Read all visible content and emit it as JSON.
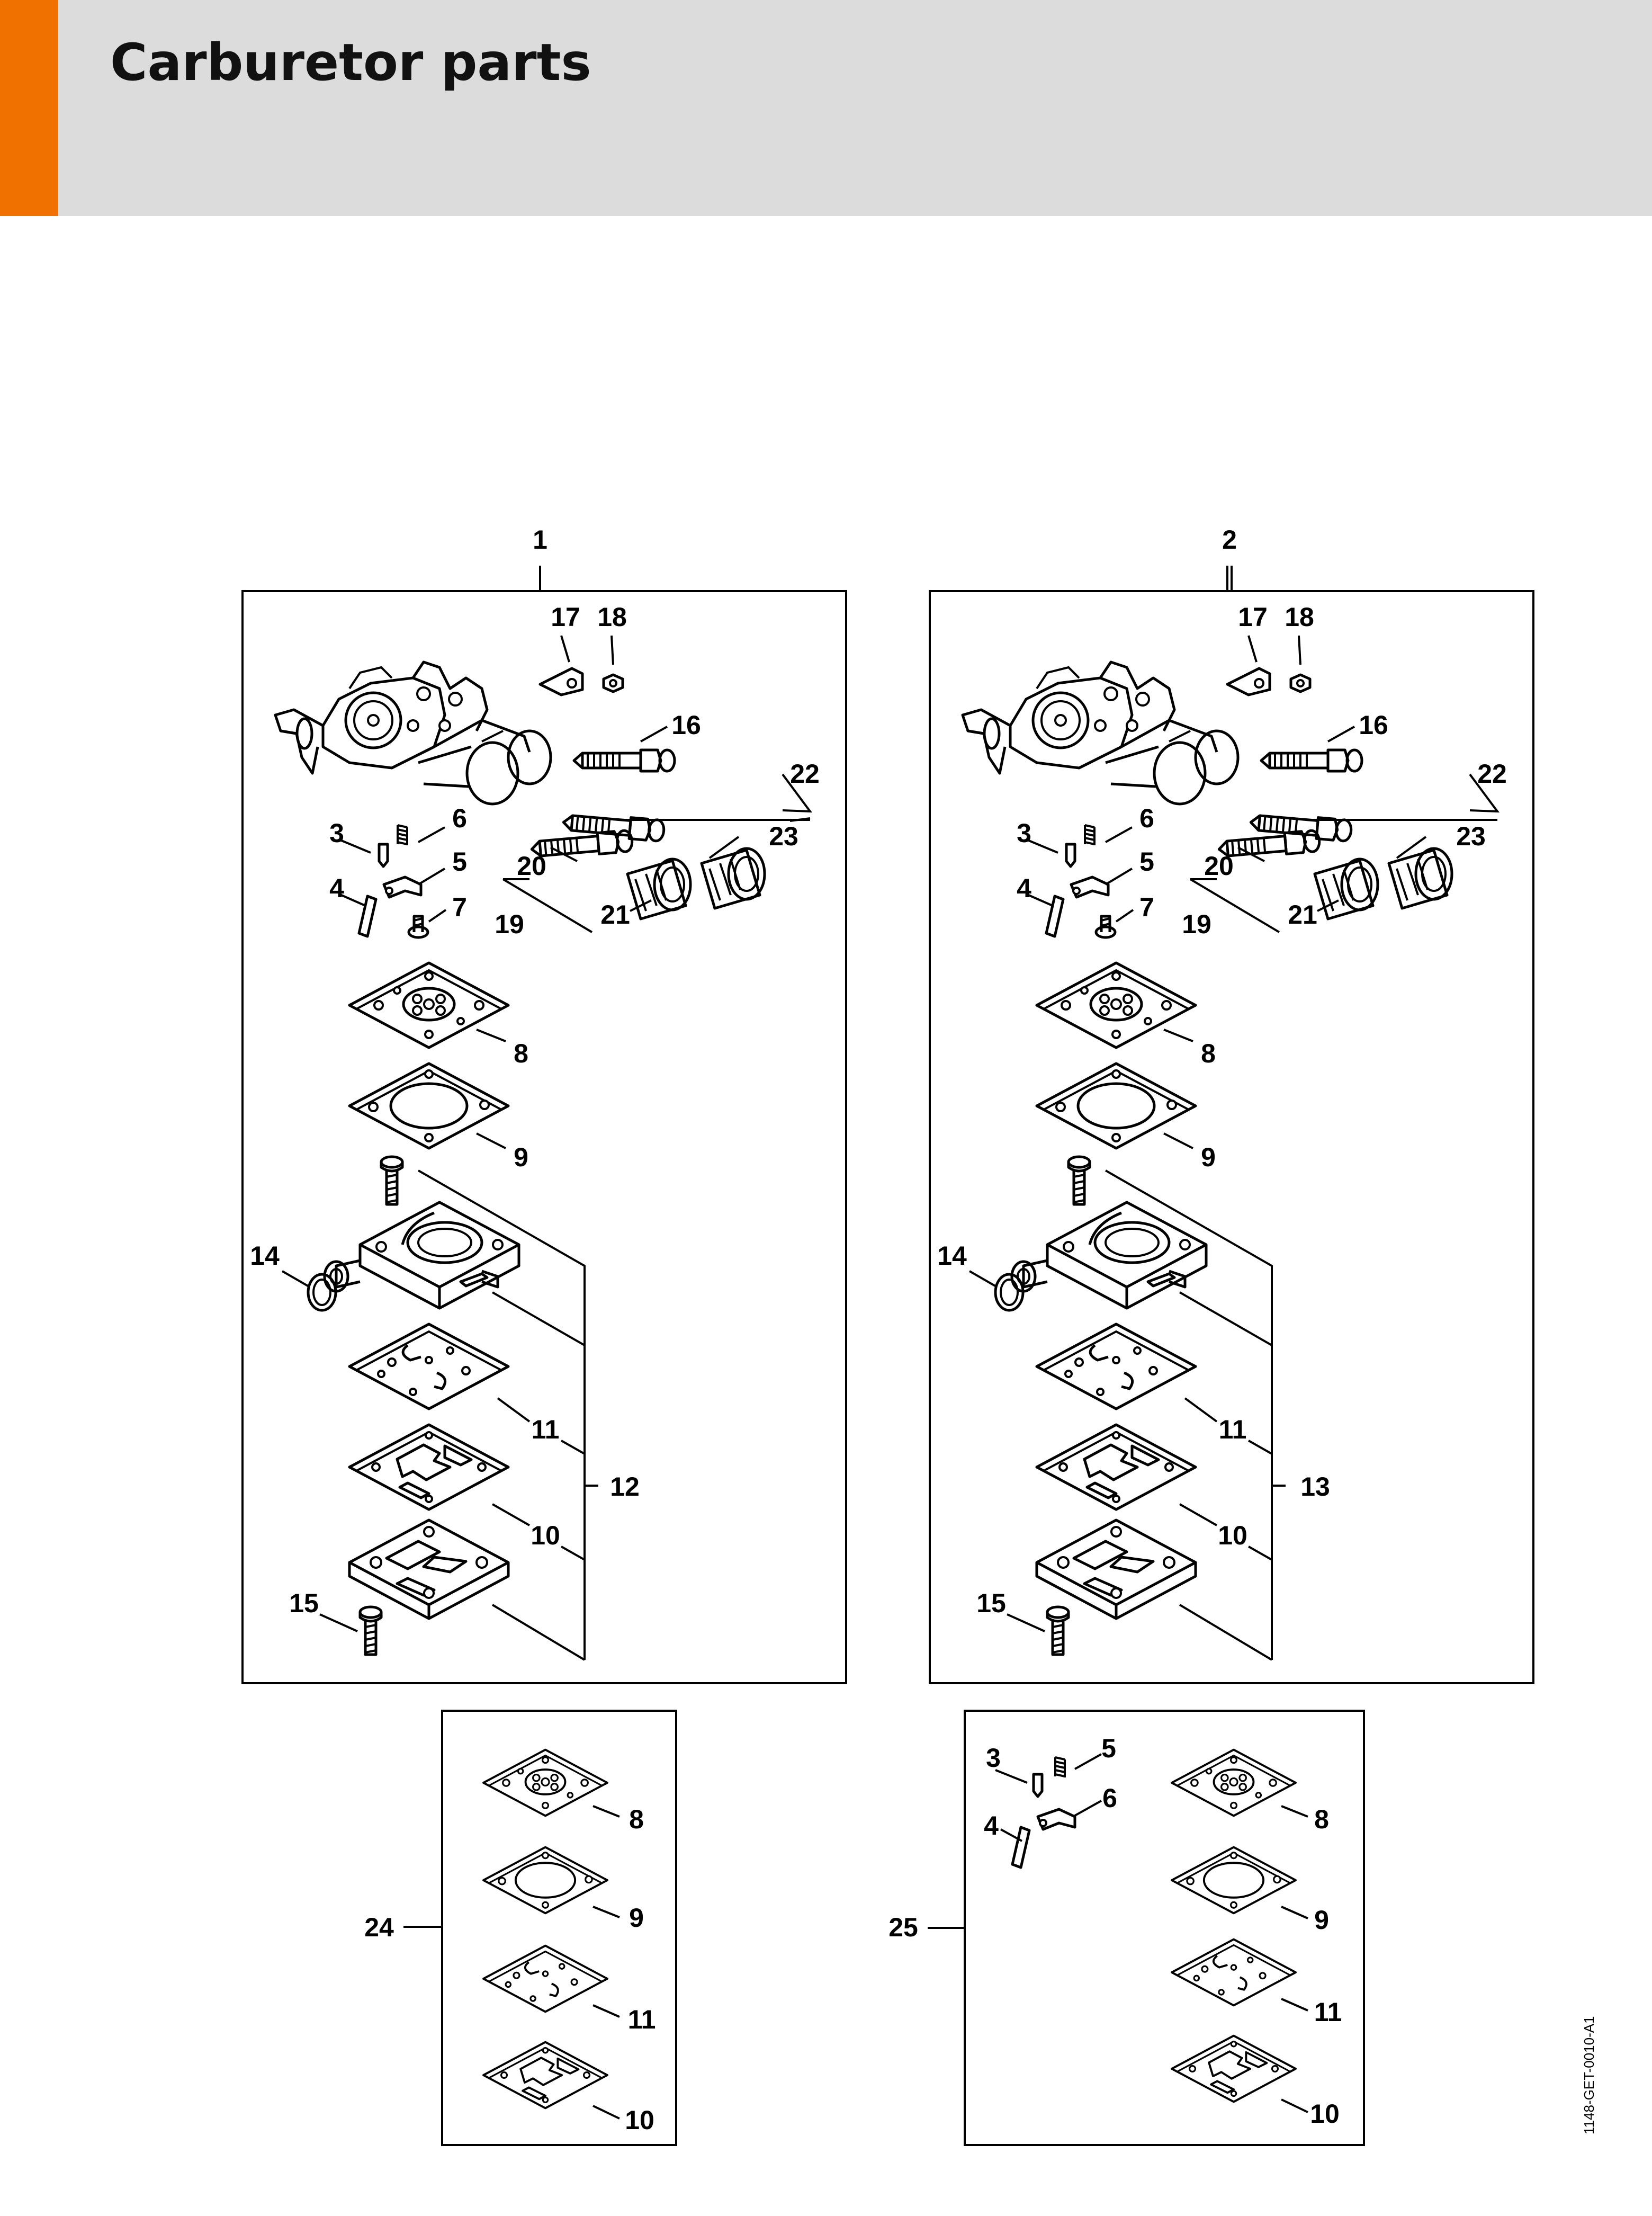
{
  "page_title": "Carburetor parts",
  "doc_code": "1148-GET-0010-A1",
  "colors": {
    "accent": "#f07000",
    "header_bg": "#dcdcdc"
  },
  "labels": {
    "main_left": "1",
    "main_right": "2",
    "n3": "3",
    "n4": "4",
    "n5": "5",
    "n6": "6",
    "n7": "7",
    "n8": "8",
    "n9": "9",
    "n10": "10",
    "n11": "11",
    "n12": "12",
    "n13": "13",
    "n14": "14",
    "n15": "15",
    "n16": "16",
    "n17": "17",
    "n18": "18",
    "n19": "19",
    "n20": "20",
    "n21": "21",
    "n22": "22",
    "n23": "23",
    "n24": "24",
    "n25": "25"
  }
}
